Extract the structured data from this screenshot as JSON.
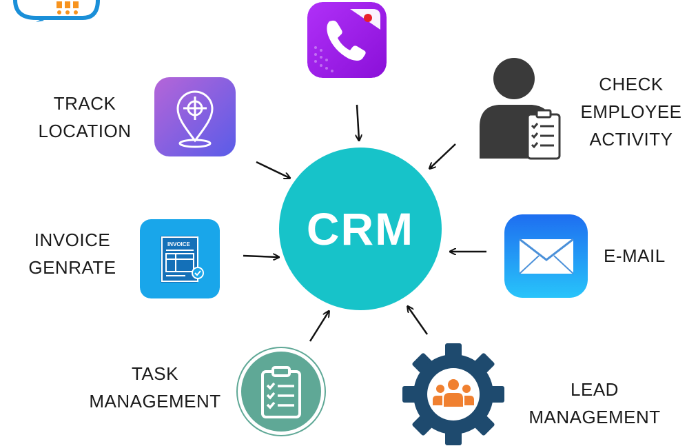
{
  "center": {
    "label": "CRM",
    "color": "#17c3c9"
  },
  "features": {
    "call": {
      "icon": "phone-call-icon"
    },
    "track": {
      "line1": "TRACK",
      "line2": "LOCATION",
      "icon": "location-pin-icon"
    },
    "employee": {
      "line1": "CHECK",
      "line2": "EMPLOYEE",
      "line3": "ACTIVITY",
      "icon": "employee-checklist-icon"
    },
    "invoice": {
      "line1": "INVOICE",
      "line2": "GENRATE",
      "icon": "invoice-icon",
      "icon_text": "INVOICE"
    },
    "email": {
      "line1": "E-MAIL",
      "icon": "envelope-icon"
    },
    "task": {
      "line1": "TASK",
      "line2": "MANAGEMENT",
      "icon": "clipboard-checklist-icon"
    },
    "lead": {
      "line1": "LEAD",
      "line2": "MANAGEMENT",
      "icon": "gear-people-icon"
    }
  },
  "colors": {
    "phone_tile": "#a020f0",
    "location_tile": "#8a5ce0",
    "invoice_tile": "#18a8ec",
    "email_tile": "#2a8cff",
    "task_circle": "#5fa896",
    "gear": "#1e4a6e",
    "people": "#f08030",
    "logo_blue": "#1a8fd8",
    "logo_orange": "#f7931e"
  }
}
